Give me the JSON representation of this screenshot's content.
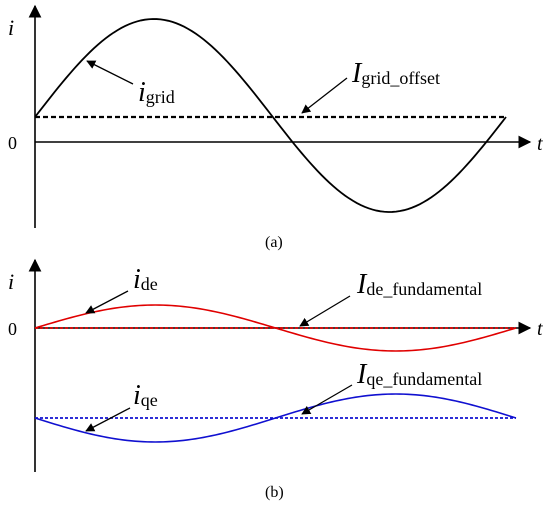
{
  "panel_a": {
    "caption": "(a)",
    "axis_i": "i",
    "axis_t": "t",
    "zero": "0",
    "grid_label": {
      "main": "i",
      "sub": "grid"
    },
    "offset_label": {
      "main": "I",
      "sub": "grid_offset"
    }
  },
  "panel_b": {
    "caption": "(b)",
    "axis_i": "i",
    "axis_t": "t",
    "zero": "0",
    "de_label": {
      "main": "i",
      "sub": "de"
    },
    "de_fund_label": {
      "main": "I",
      "sub": "de_fundamental"
    },
    "qe_label": {
      "main": "i",
      "sub": "qe"
    },
    "qe_fund_label": {
      "main": "I",
      "sub": "qe_fundamental"
    }
  },
  "colors": {
    "axis": "#000000",
    "grid_curve": "#000000",
    "de_curve": "#e00000",
    "qe_curve": "#1010d0"
  },
  "icons": {
    "axis_arrow": "triangle-arrowhead",
    "pointer_arrow": "arrow-pointer"
  }
}
